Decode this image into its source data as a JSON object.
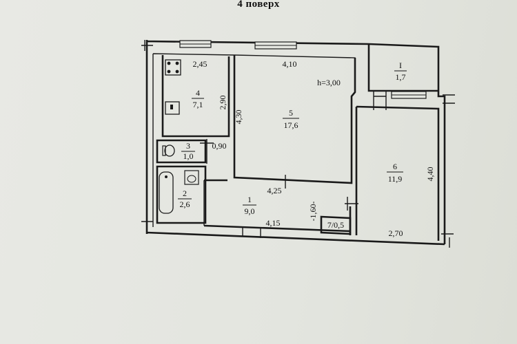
{
  "header": {
    "title": "4 поверх"
  },
  "plan": {
    "height_label": "h=3,00",
    "rooms": [
      {
        "id": "room-1",
        "number": "1",
        "area": "9,0"
      },
      {
        "id": "room-2",
        "number": "2",
        "area": "2,6"
      },
      {
        "id": "room-3",
        "number": "3",
        "area": "1,0"
      },
      {
        "id": "room-4",
        "number": "4",
        "area": "7,1"
      },
      {
        "id": "room-5",
        "number": "5",
        "area": "17,6"
      },
      {
        "id": "room-6",
        "number": "6",
        "area": "11,9"
      },
      {
        "id": "room-7",
        "label": "7/0,5"
      },
      {
        "id": "balcony",
        "number": "I",
        "area": "1,7"
      }
    ],
    "dimensions": {
      "kitchen_width": "2,45",
      "kitchen_depth": "2,90",
      "living_width": "4,10",
      "living_depth": "4,30",
      "wc_width": "0,90",
      "hall_top": "4,25",
      "hall_bottom": "4,15",
      "hall_depth": "-1,60-",
      "bedroom_depth": "4,40",
      "bedroom_width": "2,70"
    }
  }
}
